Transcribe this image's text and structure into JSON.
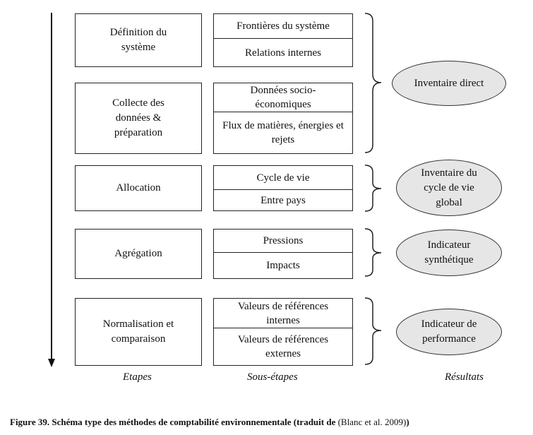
{
  "steps": [
    {
      "label": "Définition du système"
    },
    {
      "label": "Collecte des données & préparation"
    },
    {
      "label": "Allocation"
    },
    {
      "label": "Agrégation"
    },
    {
      "label": "Normalisation et comparaison"
    }
  ],
  "substeps": [
    [
      "Frontières du système",
      "Relations internes"
    ],
    [
      "Données socio-économiques",
      "Flux de matières, énergies et rejets"
    ],
    [
      "Cycle de vie",
      "Entre pays"
    ],
    [
      "Pressions",
      "Impacts"
    ],
    [
      "Valeurs de références internes",
      "Valeurs de références externes"
    ]
  ],
  "results": [
    "Inventaire direct",
    "Inventaire du cycle de vie global",
    "Indicateur synthétique",
    "Indicateur de performance"
  ],
  "columns": {
    "steps": "Etapes",
    "substeps": "Sous-étapes",
    "results": "Résultats"
  },
  "caption": {
    "bold": "Figure 39. Schéma type des méthodes de comptabilité environnementale (traduit de",
    "ref": "(Blanc et al. 2009)",
    "close": ")"
  }
}
